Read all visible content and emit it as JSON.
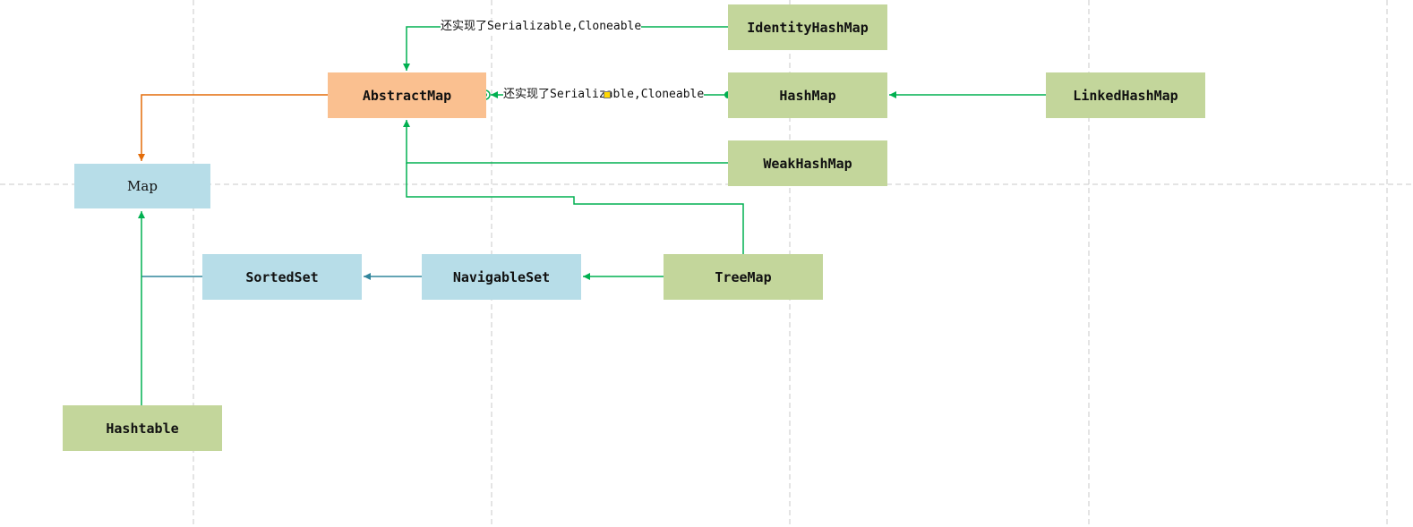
{
  "diagram": {
    "nodes": {
      "identity_hash_map": "IdentityHashMap",
      "abstract_map": "AbstractMap",
      "hash_map": "HashMap",
      "linked_hash_map": "LinkedHashMap",
      "weak_hash_map": "WeakHashMap",
      "map": "Map",
      "sorted_set": "SortedSet",
      "navigable_set": "NavigableSet",
      "tree_map": "TreeMap",
      "hashtable": "Hashtable"
    },
    "edge_labels": {
      "identity_to_abstract": "还实现了Serializable,Cloneable",
      "hashmap_to_abstract": "还实现了Serializable,Cloneable"
    },
    "colors": {
      "interface_fill": "#b7dde8",
      "implementation_fill": "#c3d69b",
      "abstract_fill": "#fac090",
      "green_arrow": "#00b050",
      "orange_arrow": "#e36c09",
      "teal_arrow": "#31859c",
      "guide_line": "#c8c8c8"
    }
  }
}
